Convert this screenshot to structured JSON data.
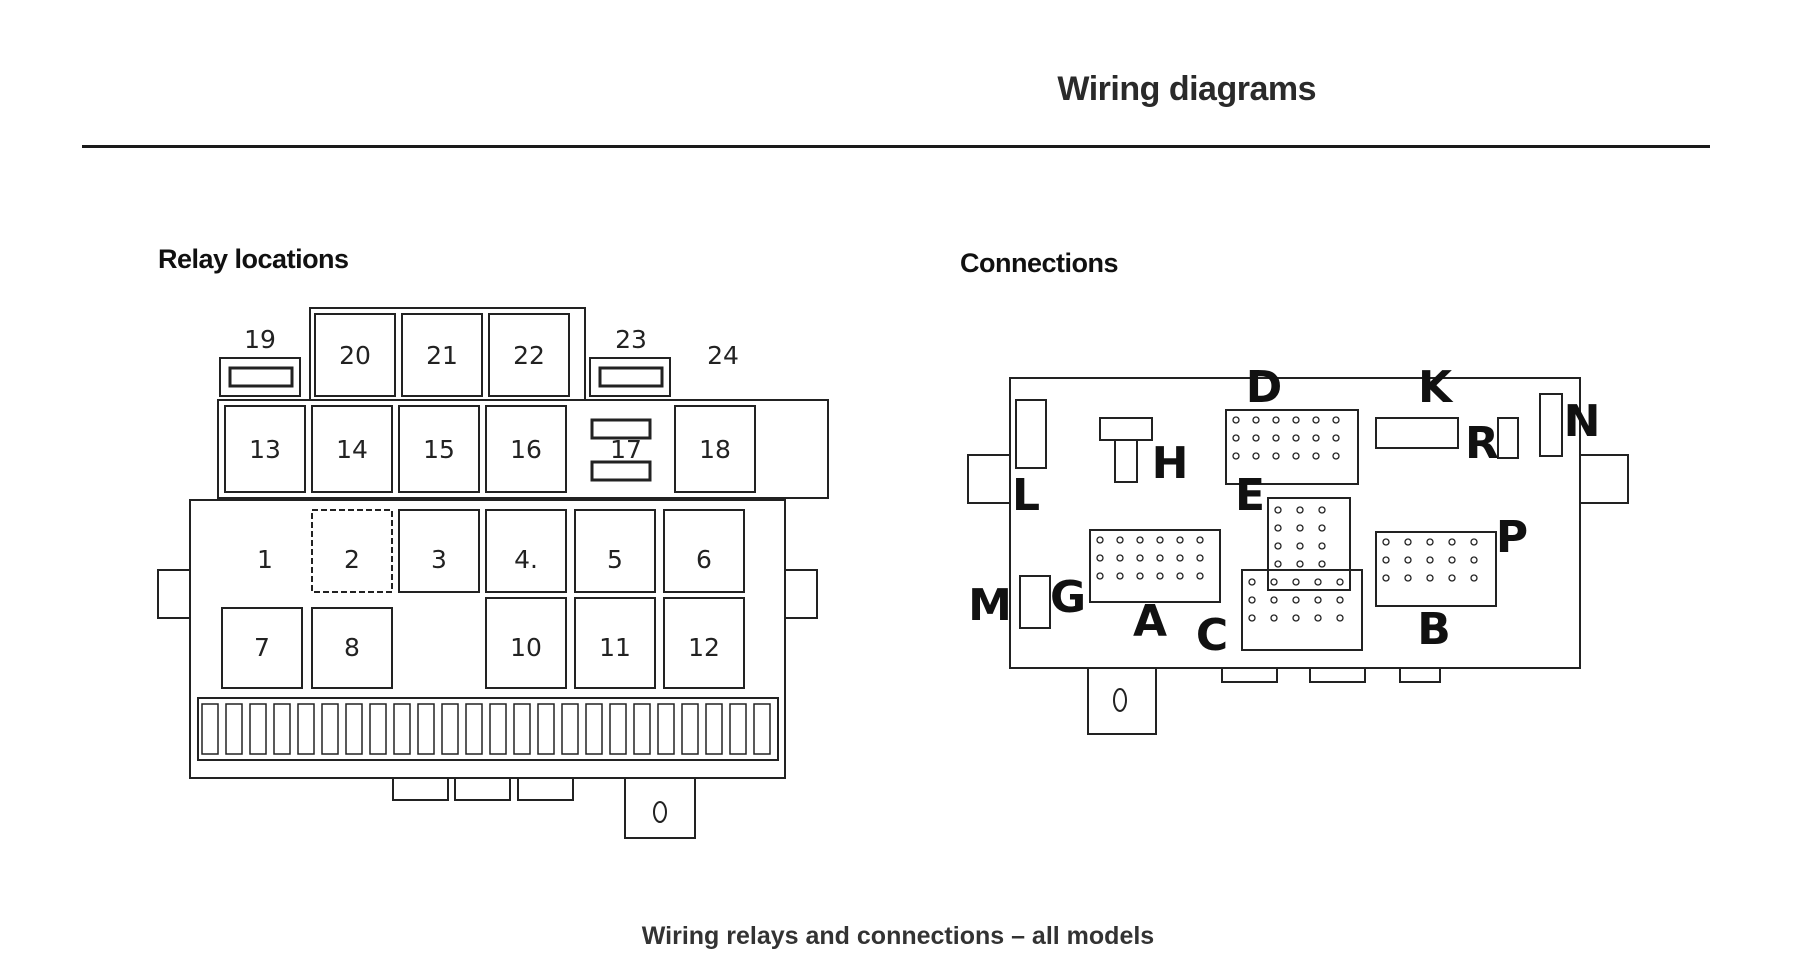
{
  "header": {
    "title": "Wiring diagrams"
  },
  "relay_section": {
    "title": "Relay locations",
    "top_labels": [
      "19",
      "23",
      "24"
    ],
    "upper_relays": [
      "20",
      "21",
      "22"
    ],
    "middle_relays": [
      "13",
      "14",
      "15",
      "16",
      "17",
      "18"
    ],
    "main_row1": [
      "1",
      "2",
      "3",
      "4.",
      "5",
      "6"
    ],
    "main_row2": [
      "7",
      "8",
      "10",
      "11",
      "12"
    ]
  },
  "connections_section": {
    "title": "Connections",
    "connector_labels": [
      "D",
      "K",
      "N",
      "R",
      "H",
      "L",
      "E",
      "P",
      "M",
      "G",
      "A",
      "C",
      "B"
    ]
  },
  "caption": "Wiring relays and connections – all models"
}
